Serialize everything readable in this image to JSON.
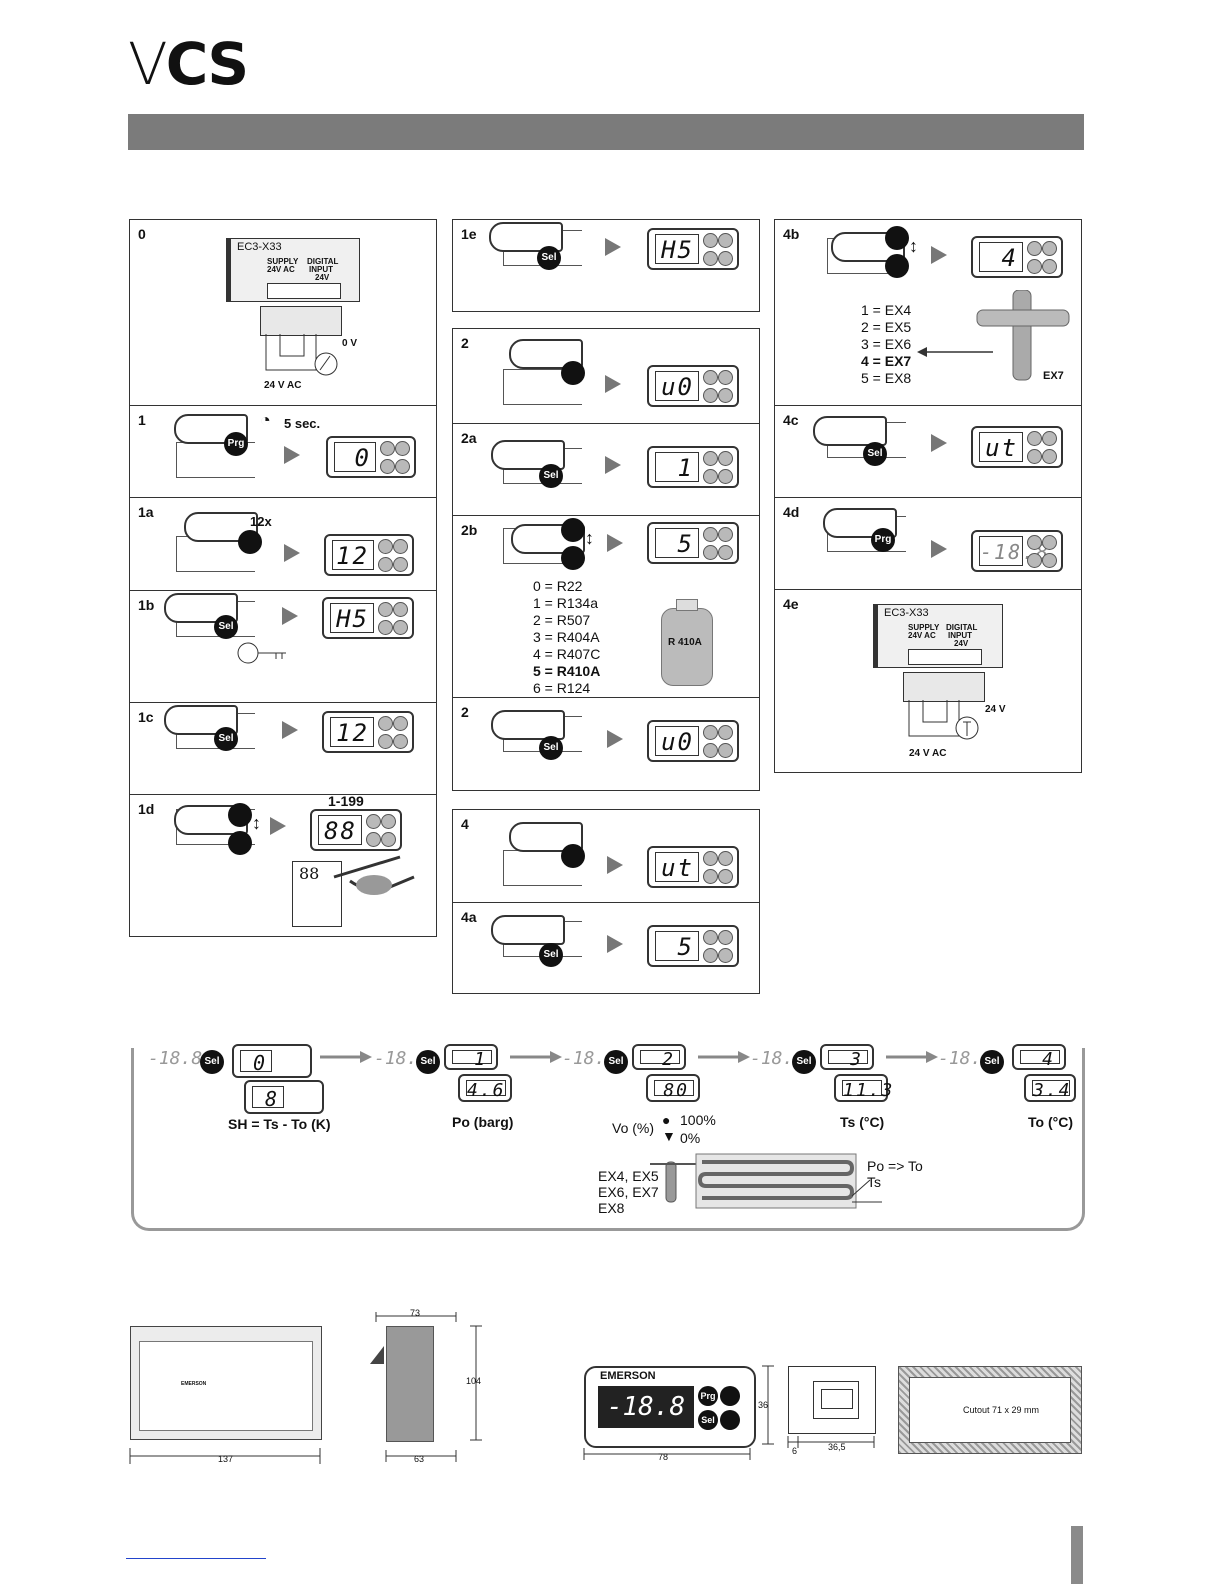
{
  "logo": {
    "text_v": "V",
    "text_cs": "CS"
  },
  "col1": {
    "s0": {
      "label": "0",
      "device": "EC3-X33",
      "supply": "SUPPLY",
      "supply_v": "24V AC",
      "digital": "DIGITAL",
      "input": "INPUT",
      "input_v": "24V",
      "zero_v": "0 V",
      "ac": "24 V AC"
    },
    "s1": {
      "label": "1",
      "key": "Prg",
      "timer": "5 sec.",
      "display": "0"
    },
    "s1a": {
      "label": "1a",
      "times": "12x",
      "display": "12"
    },
    "s1b": {
      "label": "1b",
      "key": "Sel",
      "display": "H5"
    },
    "s1c": {
      "label": "1c",
      "key": "Sel",
      "display": "12"
    },
    "s1d": {
      "label": "1d",
      "range": "1-199",
      "display": "88",
      "note": "88"
    }
  },
  "col2": {
    "s1e": {
      "label": "1e",
      "key": "Sel",
      "display": "H5"
    },
    "s2": {
      "label": "2",
      "display": "u0"
    },
    "s2a": {
      "label": "2a",
      "key": "Sel",
      "display": "1"
    },
    "s2b": {
      "label": "2b",
      "display": "5",
      "items": [
        "0 = R22",
        "1 = R134a",
        "2 = R507",
        "3 = R404A",
        "4 = R407C",
        "5 = R410A",
        "6 = R124"
      ],
      "cylinder": "R 410A"
    },
    "s2c": {
      "label": "2",
      "key": "Sel",
      "display": "u0"
    },
    "s4": {
      "label": "4",
      "display": "ut"
    },
    "s4a": {
      "label": "4a",
      "key": "Sel",
      "display": "5"
    }
  },
  "col3": {
    "s4b": {
      "label": "4b",
      "display": "4",
      "items": [
        "1 = EX4",
        "2 = EX5",
        "3 = EX6",
        "4 = EX7",
        "5 = EX8"
      ],
      "valve": "EX7"
    },
    "s4c": {
      "label": "4c",
      "key": "Sel",
      "display": "ut"
    },
    "s4d": {
      "label": "4d",
      "key": "Prg",
      "display": "-18.8"
    },
    "s4e": {
      "label": "4e",
      "device": "EC3-X33",
      "supply": "SUPPLY",
      "supply_v": "24V AC",
      "digital": "DIGITAL",
      "input": "INPUT",
      "input_v": "24V",
      "v24": "24 V",
      "ac": "24 V AC"
    }
  },
  "chain": {
    "ghost": "-18.8",
    "key": "Sel",
    "steps": [
      {
        "idx": "0",
        "value": "8",
        "caption": "SH = Ts - To (K)"
      },
      {
        "idx": "1",
        "value": "4.6",
        "caption": "Po  (barg)"
      },
      {
        "idx": "2",
        "value": "80",
        "caption": ""
      },
      {
        "idx": "3",
        "value": "11.3",
        "caption": "Ts  (°C)"
      },
      {
        "idx": "4",
        "value": "3.4",
        "caption": "To  (°C)"
      }
    ],
    "vo": "Vo (%)",
    "p100": "100%",
    "p0": "0%",
    "valves": [
      "EX4, EX5",
      "EX6, EX7",
      "EX8"
    ],
    "po": "Po => To",
    "ts": "Ts"
  },
  "dims": {
    "front_w": "137",
    "side_top": "73",
    "side_h": "104",
    "side_bot": "63",
    "brand": "EMERSON",
    "disp": "-18.8",
    "btn_prg": "Prg",
    "btn_sel": "Sel",
    "h36": "36",
    "w78": "78",
    "d6": "6",
    "d36": "36,5",
    "cutout": "Cutout 71 x 29 mm"
  }
}
